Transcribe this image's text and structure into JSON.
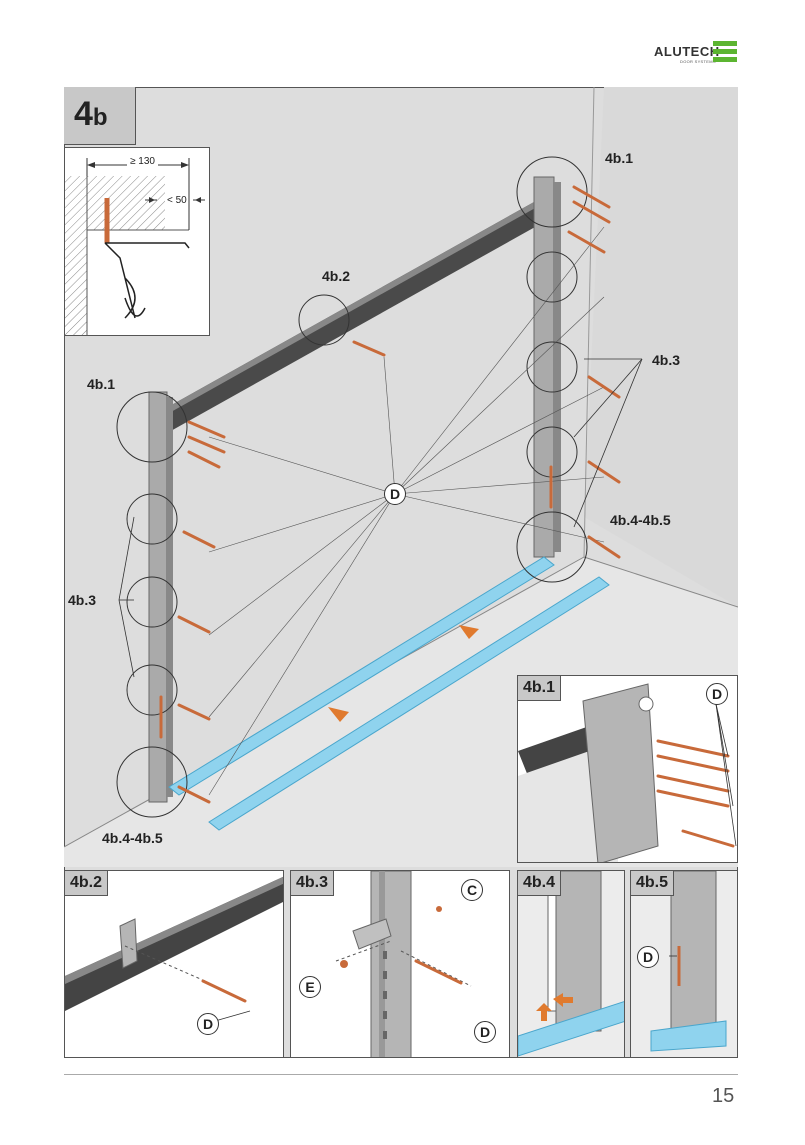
{
  "brand": {
    "name": "ALUTECH",
    "tagline": "DOOR SYSTEMS",
    "colors": {
      "green": "#5cb531",
      "accent_blue": "#8fd3ee",
      "screw_orange": "#c86a3a"
    }
  },
  "step": {
    "number": "4",
    "suffix": "b"
  },
  "dimensions": {
    "min_width": "≥ 130",
    "max_depth": "< 50"
  },
  "callouts": {
    "c_4b1": "4b.1",
    "c_4b2": "4b.2",
    "c_4b3": "4b.3",
    "c_4b45": "4b.4-4b.5",
    "d": "D"
  },
  "insets": {
    "i_4b1": {
      "title": "4b.1",
      "marker": "D"
    },
    "i_4b2": {
      "title": "4b.2",
      "marker": "D"
    },
    "i_4b3": {
      "title": "4b.3",
      "marker_c": "C",
      "marker_e": "E",
      "marker_d": "D"
    },
    "i_4b4": {
      "title": "4b.4"
    },
    "i_4b5": {
      "title": "4b.5",
      "marker": "D"
    }
  },
  "page_number": "15"
}
